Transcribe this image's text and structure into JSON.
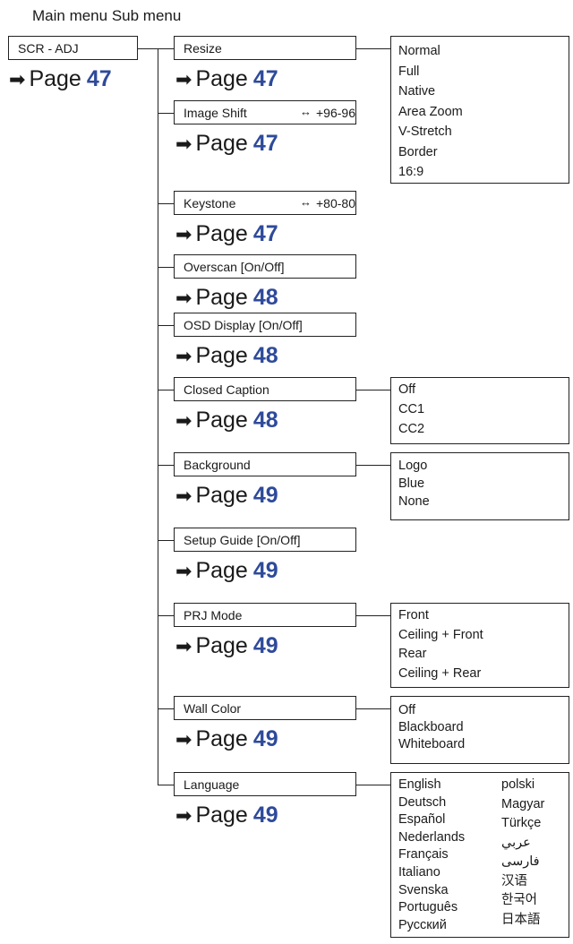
{
  "heading": "Main menu Sub menu",
  "main_item": {
    "label": "SCR - ADJ",
    "page_word": "Page",
    "page": "47"
  },
  "sub_items": [
    {
      "id": "resize",
      "label": "Resize",
      "page": "47"
    },
    {
      "id": "image-shift",
      "label": "Image Shift",
      "range_icon": "double-arrow-icon",
      "range": "+96-96",
      "page": "47"
    },
    {
      "id": "keystone",
      "label": "Keystone",
      "range_icon": "double-arrow-icon",
      "range": "+80-80",
      "page": "47"
    },
    {
      "id": "overscan",
      "label": "Overscan [On/Off]",
      "page": "48"
    },
    {
      "id": "osd-display",
      "label": "OSD Display [On/Off]",
      "page": "48"
    },
    {
      "id": "closed-caption",
      "label": "Closed Caption",
      "page": "48"
    },
    {
      "id": "background",
      "label": "Background",
      "page": "49"
    },
    {
      "id": "setup-guide",
      "label": "Setup Guide [On/Off]",
      "page": "49"
    },
    {
      "id": "prj-mode",
      "label": "PRJ Mode",
      "page": "49"
    },
    {
      "id": "wall-color",
      "label": "Wall Color",
      "page": "49"
    },
    {
      "id": "language",
      "label": "Language",
      "page": "49"
    }
  ],
  "option_lists": {
    "resize": [
      "Normal",
      "Full",
      "Native",
      "Area Zoom",
      "V-Stretch",
      "Border",
      "16:9"
    ],
    "closed_caption": [
      "Off",
      "CC1",
      "CC2"
    ],
    "background": [
      "Logo",
      "Blue",
      "None"
    ],
    "prj_mode": [
      "Front",
      "Ceiling + Front",
      "Rear",
      "Ceiling + Rear"
    ],
    "wall_color": [
      "Off",
      "Blackboard",
      "Whiteboard"
    ],
    "language_col1": [
      "English",
      "Deutsch",
      "Español",
      "Nederlands",
      "Français",
      "Italiano",
      "Svenska",
      "Português",
      "Русский"
    ],
    "language_col2": [
      "polski",
      "Magyar",
      "Türkçe",
      "عربي",
      "فارسی",
      "汉语",
      "한국어",
      "日本語"
    ]
  },
  "colors": {
    "page_number": "#2e4a9a",
    "line": "#222222"
  },
  "arrow_icon": "right-arrow-icon"
}
